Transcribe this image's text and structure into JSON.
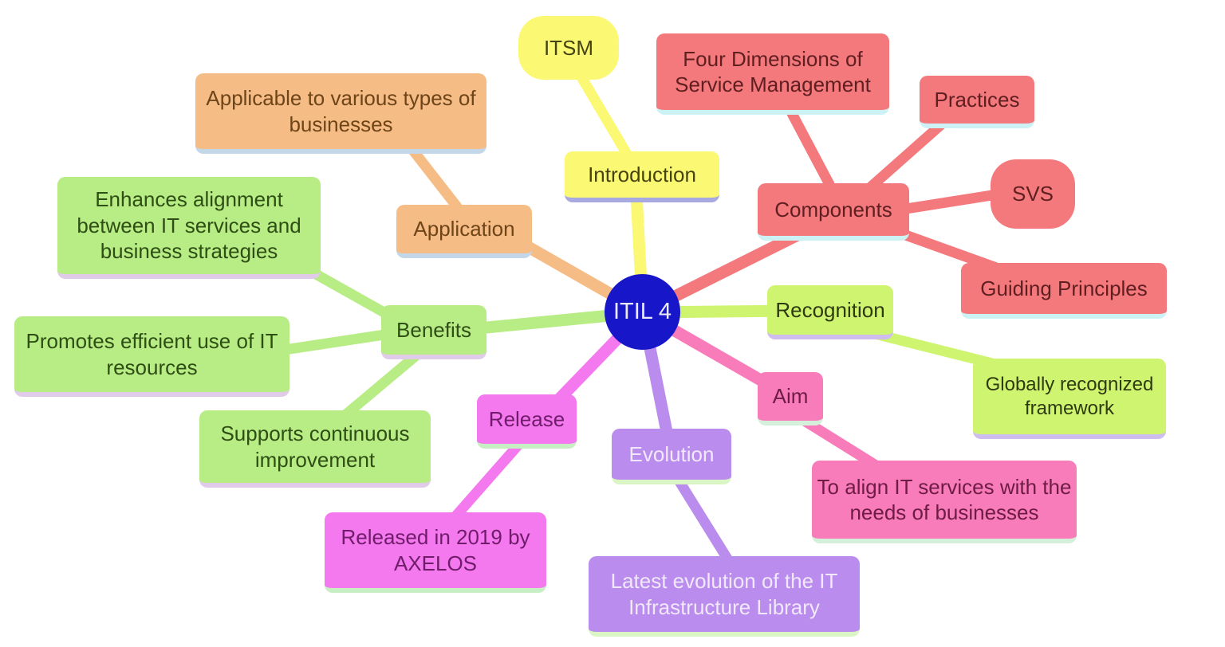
{
  "diagram": {
    "type": "mindmap",
    "title": "ITIL 4",
    "center": {
      "label": "ITIL 4",
      "fill": "#1717c9",
      "text_color": "#eaeafc"
    },
    "branches": [
      {
        "topic": "Introduction",
        "fill": "#fbf873",
        "accent": "#a9a9e2",
        "text_color": "#454311",
        "children": [
          "ITSM"
        ]
      },
      {
        "topic": "Components",
        "fill": "#f4797d",
        "accent": "#cdf2f6",
        "text_color": "#5f1f21",
        "children": [
          "Four Dimensions of Service Management",
          "Practices",
          "SVS",
          "Guiding Principles"
        ]
      },
      {
        "topic": "Recognition",
        "fill": "#cff46f",
        "accent": "#d0bdf0",
        "text_color": "#2e3a10",
        "children": [
          "Globally recognized framework"
        ]
      },
      {
        "topic": "Aim",
        "fill": "#f87cba",
        "accent": "#d5f0da",
        "text_color": "#6f1c44",
        "children": [
          "To align IT services with the needs of businesses"
        ]
      },
      {
        "topic": "Evolution",
        "fill": "#b98ced",
        "accent": "#d9f6c4",
        "text_color": "#f1e8fc",
        "children": [
          "Latest evolution of the IT Infrastructure Library"
        ]
      },
      {
        "topic": "Release",
        "fill": "#f478ee",
        "accent": "#c8efc3",
        "text_color": "#6f1c6b",
        "children": [
          "Released in 2019 by AXELOS"
        ]
      },
      {
        "topic": "Benefits",
        "fill": "#b8ec84",
        "accent": "#e0cbe9",
        "text_color": "#2f4e15",
        "children": [
          "Enhances alignment between IT services and business strategies",
          "Promotes efficient use of IT resources",
          "Supports continuous improvement"
        ]
      },
      {
        "topic": "Application",
        "fill": "#f6bc85",
        "accent": "#c3d7e9",
        "text_color": "#6e4519",
        "children": [
          "Applicable to various types of businesses"
        ]
      }
    ]
  }
}
